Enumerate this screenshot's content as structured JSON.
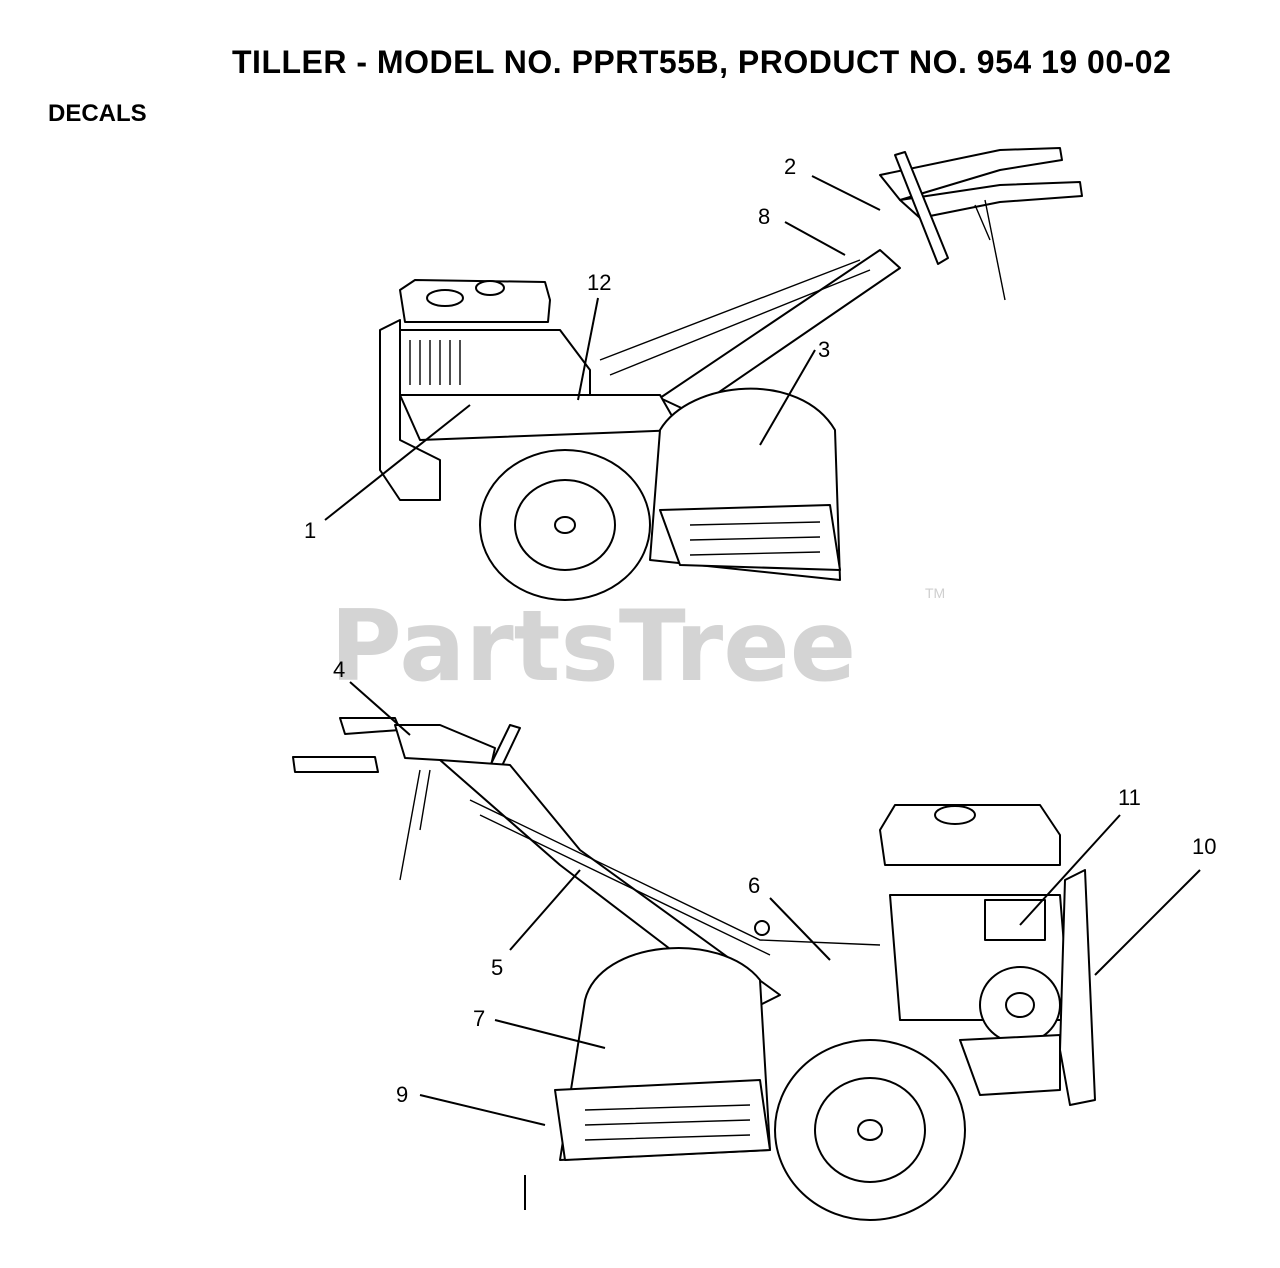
{
  "header": {
    "title": "TILLER - MODEL NO. PPRT55B, PRODUCT NO. 954 19 00-02",
    "section": "DECALS"
  },
  "watermark": {
    "text": "PartsTree",
    "trademark": "TM"
  },
  "callouts": [
    {
      "id": "c1",
      "label": "1"
    },
    {
      "id": "c2",
      "label": "2"
    },
    {
      "id": "c3",
      "label": "3"
    },
    {
      "id": "c4",
      "label": "4"
    },
    {
      "id": "c5",
      "label": "5"
    },
    {
      "id": "c6",
      "label": "6"
    },
    {
      "id": "c7",
      "label": "7"
    },
    {
      "id": "c8",
      "label": "8"
    },
    {
      "id": "c9",
      "label": "9"
    },
    {
      "id": "c10",
      "label": "10"
    },
    {
      "id": "c11",
      "label": "11"
    },
    {
      "id": "c12",
      "label": "12"
    }
  ]
}
